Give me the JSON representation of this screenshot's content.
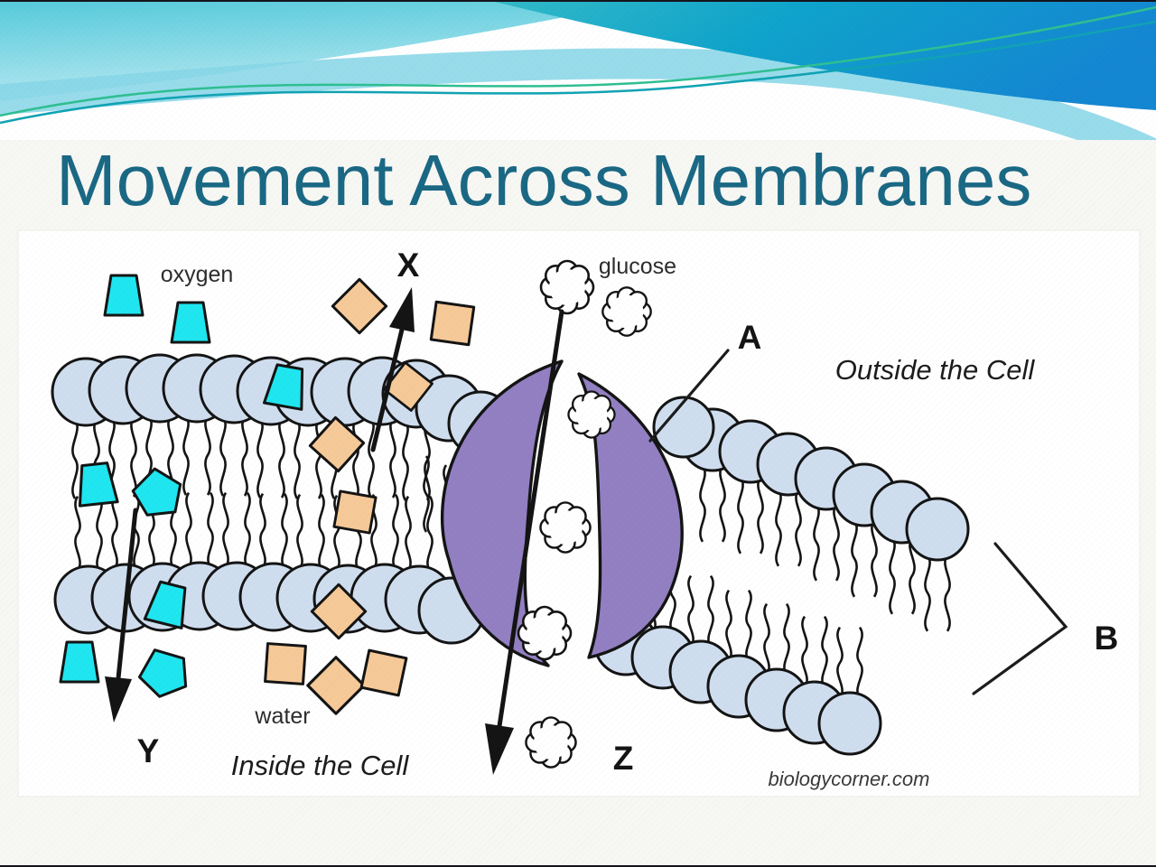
{
  "slide": {
    "title": "Movement Across Membranes"
  },
  "diagram": {
    "labels": {
      "oxygen": "oxygen",
      "glucose": "glucose",
      "water": "water",
      "inside": "Inside the Cell",
      "outside": "Outside the Cell",
      "marker_x": "X",
      "marker_y": "Y",
      "marker_z": "Z",
      "marker_a": "A",
      "marker_b": "B",
      "attribution": "biologycorner.com"
    },
    "colors": {
      "title": "#1a6884",
      "outline": "#141414",
      "membrane_head": "#cfdeef",
      "protein": "#9280c2",
      "oxygen": "#1fe6f0",
      "water": "#f6c998",
      "banner_teal_dark": "#0fa4cb",
      "banner_blue": "#1487d2",
      "banner_light": "#86d6e8",
      "banner_green_line": "#2fbf92",
      "banner_teal_line": "#11a3b4"
    }
  }
}
